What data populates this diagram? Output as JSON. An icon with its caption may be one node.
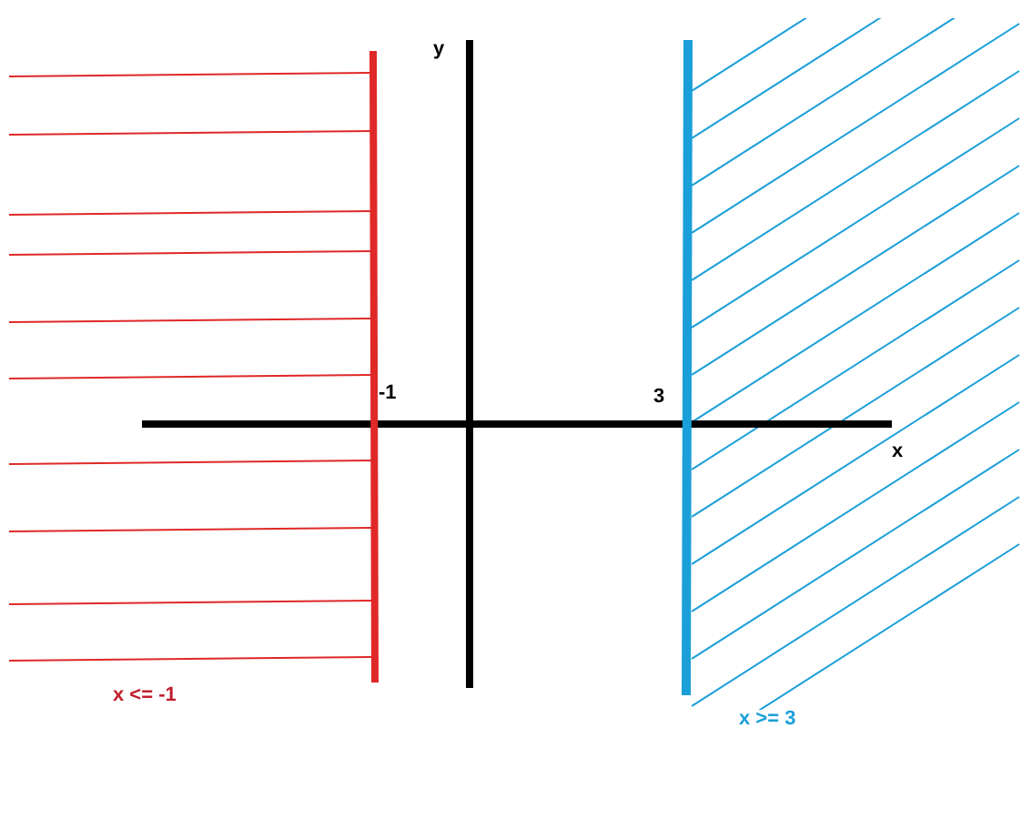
{
  "diagram": {
    "labels": [
      "y",
      "-1",
      "3",
      "x",
      "x <= -1",
      "x >= 3"
    ]
  }
}
